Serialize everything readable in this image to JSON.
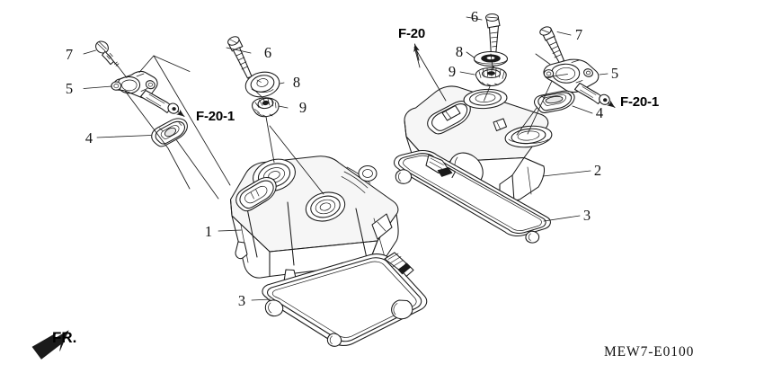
{
  "diagram": {
    "part_number": "MEW7-E0100",
    "orientation_marker": "FR.",
    "cross_references": {
      "left_ref": "F-20-1",
      "right_ref_top": "F-20",
      "right_ref_side": "F-20-1"
    },
    "callouts": {
      "c1": "1",
      "c2": "2",
      "c3_left": "3",
      "c3_right": "3",
      "c4_left": "4",
      "c4_right": "4",
      "c5_left": "5",
      "c5_right": "5",
      "c6_left": "6",
      "c6_right": "6",
      "c7_left": "7",
      "c7_right": "7",
      "c8_left": "8",
      "c8_right": "8",
      "c9_left": "9",
      "c9_right": "9"
    },
    "colors": {
      "line": "#1a1a1a",
      "background": "#ffffff",
      "shade": "#e8e8e8"
    },
    "views": {
      "left_view_name": "cylinder-head-cover-front-view",
      "right_view_name": "cylinder-head-cover-rear-view"
    }
  }
}
